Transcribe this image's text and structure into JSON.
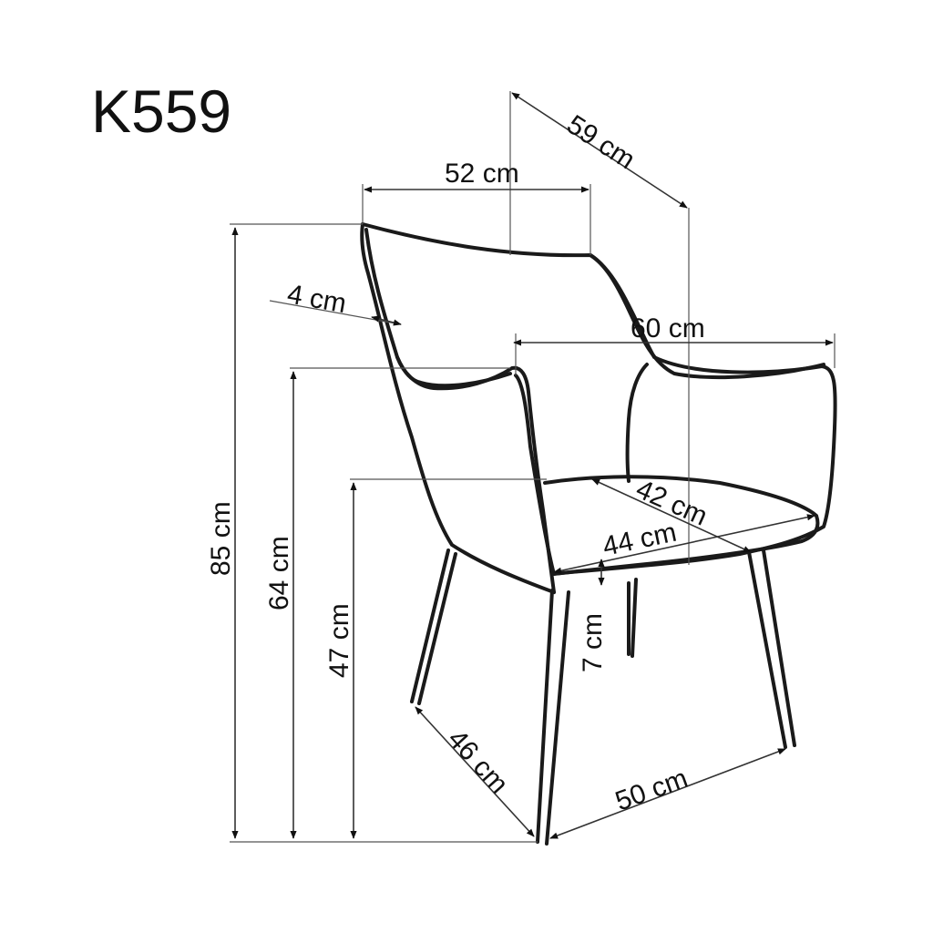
{
  "product": {
    "model": "K559"
  },
  "dimensions": {
    "seat_top_width": "52 cm",
    "overall_depth": "59 cm",
    "frame_thickness": "4 cm",
    "overall_width": "60 cm",
    "total_height": "85 cm",
    "armrest_height": "64 cm",
    "seat_height": "47 cm",
    "seat_depth": "42 cm",
    "seat_width": "44 cm",
    "seat_thickness": "7 cm",
    "leg_depth": "46 cm",
    "leg_width": "50 cm"
  },
  "colors": {
    "line": "#1a1a1a",
    "background": "#ffffff"
  }
}
